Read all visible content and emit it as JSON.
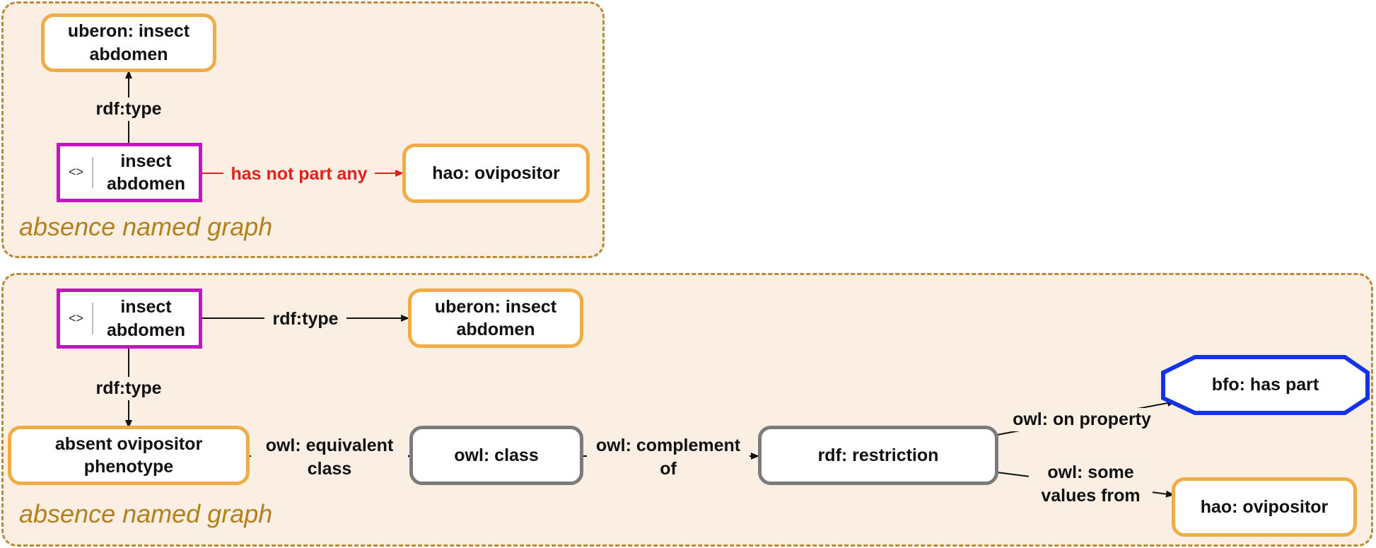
{
  "top_graph": {
    "label": "absence named graph",
    "nodes": {
      "uberon_insect_abdomen": "uberon: insect abdomen",
      "insect_abdomen_symbol": "<>",
      "insect_abdomen": "insect abdomen",
      "hao_ovipositor": "hao: ovipositor"
    },
    "edges": {
      "rdf_type": "rdf:type",
      "has_not_part_any": "has not part any"
    }
  },
  "bottom_graph": {
    "label": "absence named graph",
    "nodes": {
      "insect_abdomen_symbol": "<>",
      "insect_abdomen": "insect abdomen",
      "uberon_insect_abdomen": "uberon: insect abdomen",
      "absent_ovipositor_phenotype": "absent ovipositor phenotype",
      "owl_class": "owl: class",
      "rdf_restriction": "rdf: restriction",
      "bfo_has_part": "bfo: has part",
      "hao_ovipositor": "hao: ovipositor"
    },
    "edges": {
      "rdf_type_right": "rdf:type",
      "rdf_type_down": "rdf:type",
      "owl_equivalent_class": "owl: equivalent class",
      "owl_complement_of": "owl: complement of",
      "owl_on_property": "owl: on property",
      "owl_some_values_from": "owl: some values from"
    }
  },
  "colors": {
    "panel_fill": "#fbeee2",
    "panel_border": "#b88b3a",
    "graph_label": "#b57f1c",
    "orange_node": "#f0ad45",
    "gray_node": "#7b7b7b",
    "magenta_node": "#c414c4",
    "blue_node": "#1433e6",
    "red_edge": "#e5201c"
  }
}
